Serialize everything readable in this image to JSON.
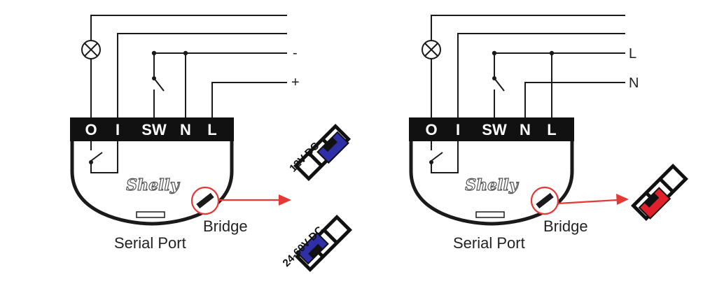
{
  "colors": {
    "wire": "#1a1a1a",
    "arrow": "#e53935",
    "jumper_blue": "#2f2fa8",
    "jumper_red": "#e0202a",
    "bar": "#111111"
  },
  "left_diagram": {
    "terminals": [
      "O",
      "I",
      "SW",
      "N",
      "L"
    ],
    "wire_labels": [
      "-",
      "+"
    ],
    "logo": "Shelly",
    "bridge_label": "Bridge",
    "serial_port_label": "Serial Port",
    "jumper_12v": "12V DC",
    "jumper_24v": "24-60V DC"
  },
  "right_diagram": {
    "terminals": [
      "O",
      "I",
      "SW",
      "N",
      "L"
    ],
    "wire_labels": [
      "L",
      "N"
    ],
    "logo": "Shelly",
    "bridge_label": "Bridge",
    "serial_port_label": "Serial Port"
  },
  "icons": {
    "lamp": "lamp-icon",
    "switch": "switch-icon",
    "relay": "relay-icon",
    "arrow": "arrow-icon",
    "jumper": "jumper-icon"
  }
}
